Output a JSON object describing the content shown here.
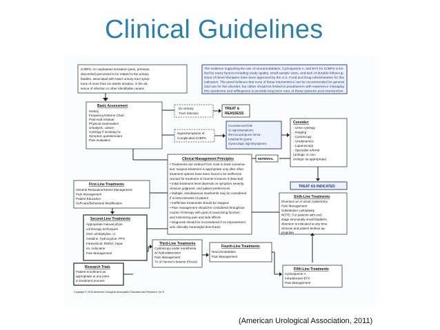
{
  "slide": {
    "title": "Clinical Guidelines",
    "citation": "(American Urological Association, 2011)"
  },
  "flowchart": {
    "definition": [
      "IC/BPS: An unpleasant sensation (pain, pressure,",
      "discomfort) perceived to be related to the urinary",
      "bladder, associated with lower urinary tract symp-",
      "toms of more than six weeks duration, in the ab-",
      "sence of infection or other identifiable causes"
    ],
    "evidence_note": [
      "The evidence supporting the use of neuromodulation, Cyclosporine A, and BTX for IC/BPS is lim-",
      "ited by many factors including study quality, small sample sizes, and lack of durable follow-up.",
      "None of these therapies have been approved by the U.S. Food and Drug Administration for this",
      "indication. The panel believes that none of these interventions can be recommended for general",
      "ized use for this disorder, but rather should be limited to practitioners with experience managing",
      "this syndrome and willingness to provide long term care of these patients post intervention."
    ],
    "basic_assessment": {
      "title": "Basic Assessment",
      "items": [
        "History",
        "Frequency/Volume Chart",
        "Post-void residual",
        "Physical examination",
        "Urinalysis, culture",
        "Cytology if smoking hx",
        "Symptom questionnaire",
        "Pain evaluation"
      ]
    },
    "dx_infection": [
      "Dx Urinary",
      "Tract Infection"
    ],
    "treat_reassess": [
      "TREAT &",
      "REASSESS"
    ],
    "complicated": [
      "Signs/Symptoms of",
      "Complicated IC/BPS"
    ],
    "complicated_list": [
      "Incontinence/OAB",
      "GI signs/symptoms",
      "Microscopic/gross hema-",
      "turia/sterile pyuria",
      "Gynecologic signs/symptoms"
    ],
    "consider": {
      "title": "Consider:",
      "items": [
        "- Urine cytology",
        "- Imaging",
        "- Cystoscopy",
        "- Urodynamics",
        "- Laparoscopy",
        "- Specialist referral",
        "  (urologic or non-",
        "  urologic as appropriate)"
      ]
    },
    "referral": "REFERRAL",
    "treat_as_indicated": "TREAT AS INDICATED",
    "first_line": {
      "title": "First-Line Treatments",
      "items": [
        "General Relaxation/Stress Management",
        "Pain Management",
        "Patient Education",
        "Self-care/Behavioral Modification"
      ]
    },
    "principles": {
      "title": "Clinical Management Principles",
      "items": [
        "• Treatments are ordered from most to least conserva-",
        "  tive; surgical treatment is appropriate only after other",
        "  treatment options have been found to be ineffective",
        "  (except for treatment of Hunner's lesions if detected)",
        "• Initial treatment level  depends on symptom severity,",
        "  clinician judgment, and patient preferences",
        "• Multiple, simultaneous treatments may be considered",
        "  if in best interests of patient",
        "• Ineffective treatments should be stopped",
        "• Pain management should be considered throughout",
        "  course of therapy with goal of maximizing function",
        "  and minimizing pain and side effects",
        "• Diagnosis should be reconsidered if no improvement",
        "  w/in clinically-meaningful time-frame"
      ]
    },
    "second_line": {
      "title": "Second-Line Treatments",
      "items": [
        "Appropriate manual physi-",
        "cal therapy techniques",
        "Oral: amitriptyline, ci-",
        "metidine, hydroxyzine, PPS",
        "Intravesical: DMSO, hepa-",
        "rin, Lidocaine",
        "Pain Management"
      ]
    },
    "sixth_line": {
      "title": "Sixth-Line Treatments",
      "items": [
        "Diversion w/ or w/out cystectomy",
        "Pain Management",
        "Substitution cystoplasty",
        "NOTE: For patients with end-",
        "stage structurally small bladders,",
        "diversion is indicated at any time",
        "clinician and patient believe ap-",
        "propriate"
      ]
    },
    "third_line": {
      "title": "Third-Line Treatments",
      "items": [
        "Cystoscopy under anesthesia",
        "w/ hydrodistension",
        "Pain Management",
        "Tx of Hunner's lesions if found"
      ]
    },
    "fourth_line": {
      "title": "Fourth-Line Treatments",
      "items": [
        "Neuromodulation",
        "Pain Management"
      ]
    },
    "research_trials": {
      "title": "Research Trials",
      "items": [
        "Patient enrollment as",
        "appropriate at any point",
        "in treatment process"
      ]
    },
    "fifth_line": {
      "title": "Fifth-Line Treatments",
      "items": [
        "Cyclosporine A",
        "Intradetrusor BTX",
        "Pain Management"
      ]
    },
    "copyright": "Copyright © 2010 American Urological Association Education and Research, Inc.®"
  }
}
